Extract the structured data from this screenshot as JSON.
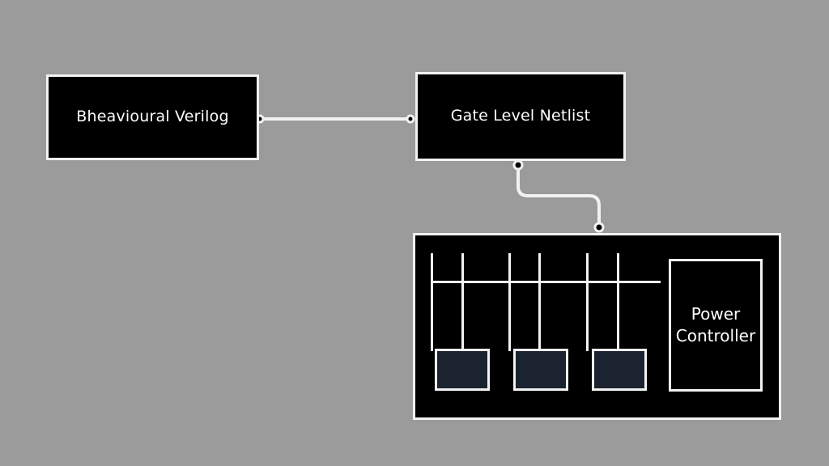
{
  "diagram": {
    "background_color": "#9b9b9b",
    "node_fill_color": "#000000",
    "node_border_color": "#f2f2f2",
    "block_fill_color": "#1c2330",
    "text_color": "#ffffff",
    "nodes": {
      "behavioural": {
        "label": "Bheavioural Verilog"
      },
      "netlist": {
        "label": "Gate Level Netlist"
      },
      "power_controller": {
        "label": "Power\nController"
      },
      "power_domain_container": {
        "label": ""
      }
    },
    "power_grid": {
      "vertical_rail_count": 6,
      "horizontal_rail_count": 1,
      "power_domain_block_count": 3
    },
    "edges": [
      {
        "from": "behavioural",
        "to": "netlist",
        "style": "straight"
      },
      {
        "from": "netlist",
        "to": "power_domain_container",
        "style": "elbow"
      }
    ]
  }
}
